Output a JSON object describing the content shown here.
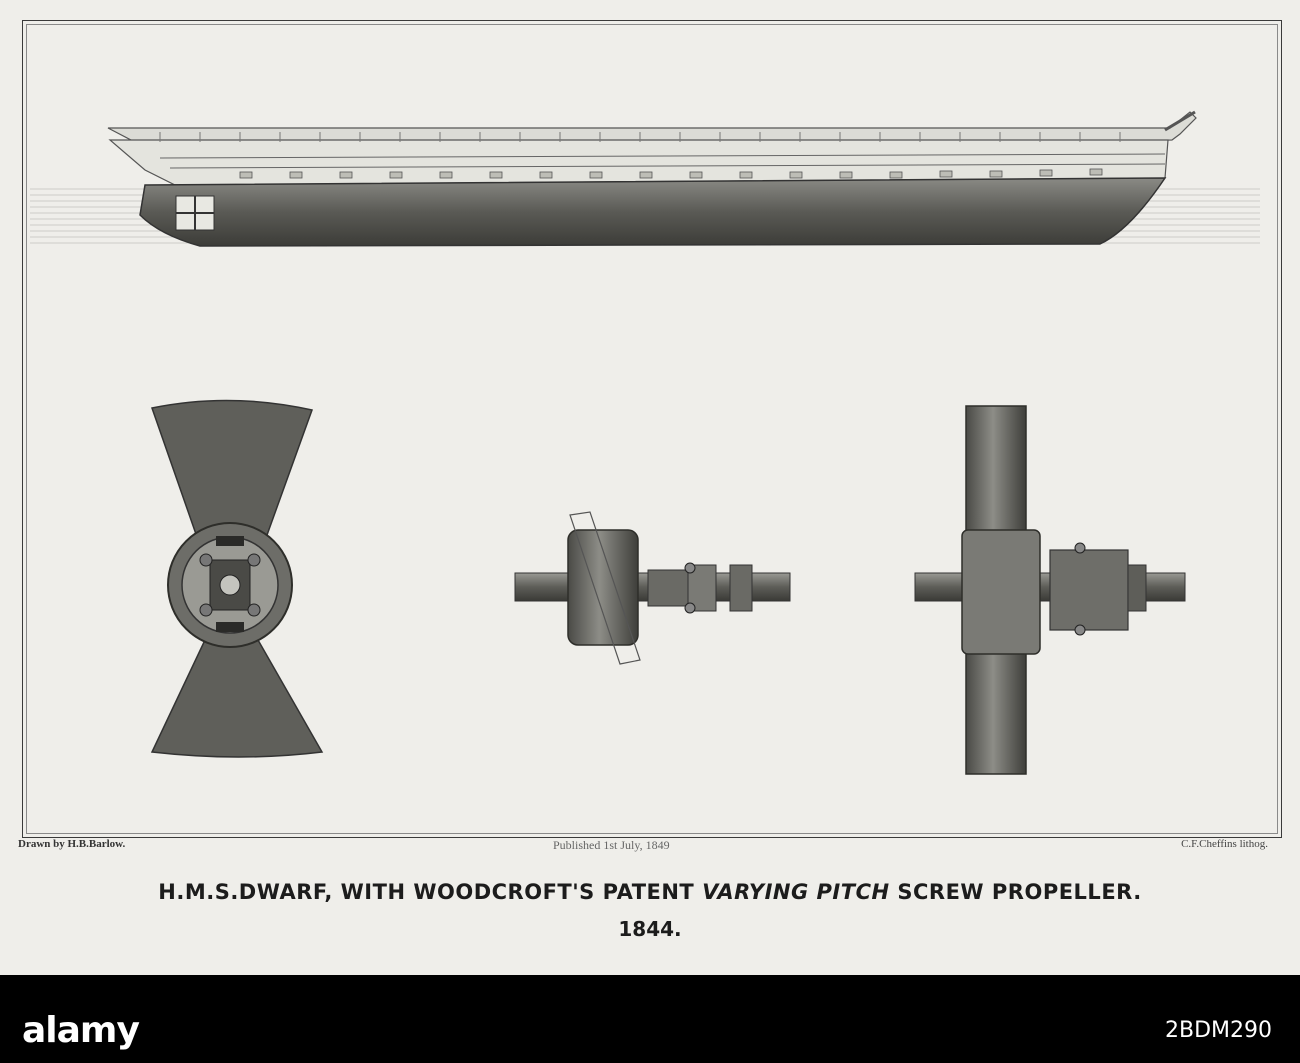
{
  "plate": {
    "drawn_by": "Drawn by H.B.Barlow.",
    "published": "Published 1st July, 1849",
    "lithographer": "C.F.Cheffins lithog."
  },
  "caption": {
    "title_part1": "H.M.S.DWARF, WITH WOODCROFT'S PATENT ",
    "title_italic": "VARYING PITCH",
    "title_part2": " SCREW PROPELLER.",
    "year": "1844."
  },
  "watermark": {
    "brand": "alamy",
    "image_id": "2BDM290"
  }
}
